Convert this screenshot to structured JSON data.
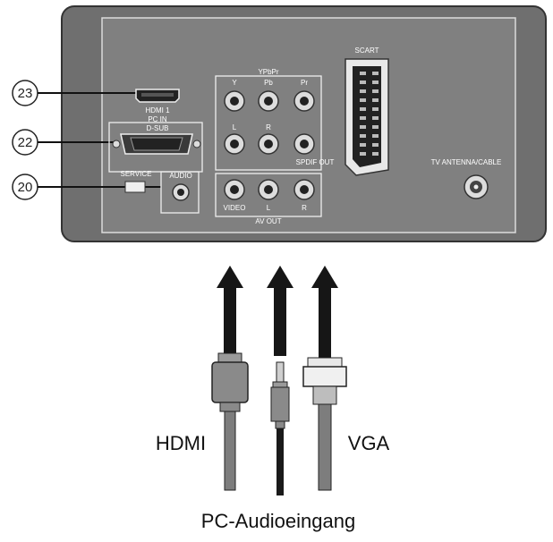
{
  "callouts": [
    {
      "number": "23"
    },
    {
      "number": "22"
    },
    {
      "number": "20"
    }
  ],
  "panel": {
    "scart_label": "SCART",
    "tv_antenna_label": "TV ANTENNA/CABLE",
    "hdmi_label": "HDMI 1",
    "pc_in_label": "PC IN",
    "dsub_label": "D-SUB",
    "service_label": "SERVICE",
    "audio_label": "AUDIO",
    "ypbpr_label": "YPbPr",
    "y_label": "Y",
    "pb_label": "Pb",
    "pr_label": "Pr",
    "l_label": "L",
    "r_label": "R",
    "spdif_label": "SPDIF OUT",
    "video_label": "VIDEO",
    "av_l_label": "L",
    "av_r_label": "R",
    "av_out_label": "AV OUT"
  },
  "cables": {
    "hdmi_label": "HDMI",
    "vga_label": "VGA",
    "audio_label": "PC-Audioeingang"
  },
  "colors": {
    "panel_fill": "#6f6f6f",
    "inner_panel": "#808080",
    "line_white": "#f2f2f2",
    "arrow": "#161616",
    "cable": "#7d7d7d"
  }
}
